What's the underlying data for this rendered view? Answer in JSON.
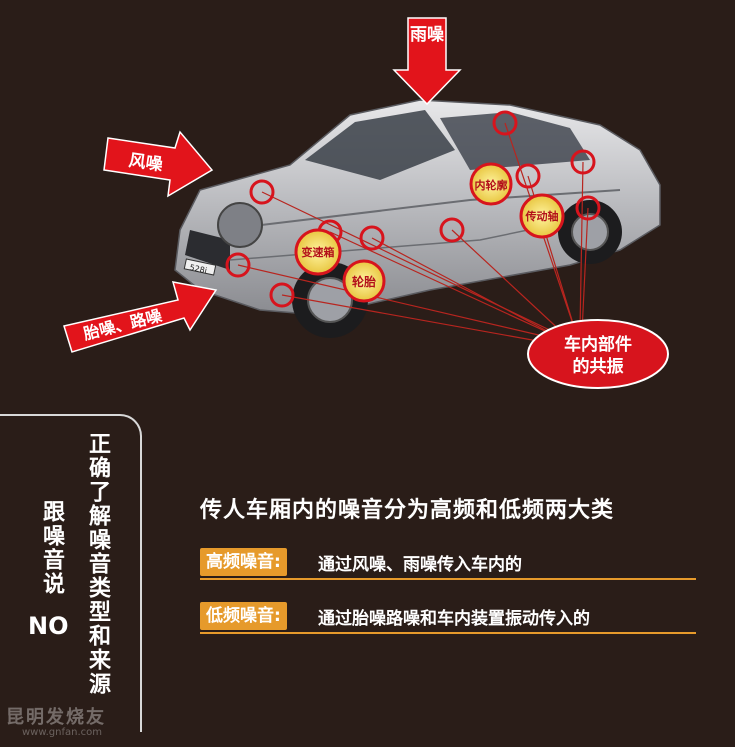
{
  "arrows": {
    "rain": "雨噪",
    "wind": "风噪",
    "tire": "胎噪、路噪"
  },
  "parts": {
    "inner_wheel": "内轮廓",
    "drive_shaft": "传动轴",
    "gearbox": "变速箱",
    "tire": "轮胎"
  },
  "resonance": {
    "line1": "车内部件",
    "line2": "的共振"
  },
  "plate": "528i",
  "left_panel": {
    "main": "正确了解噪音类型和来源",
    "sub": "跟噪音说",
    "no": "NO"
  },
  "headline": "传人车厢内的噪音分为高频和低频两大类",
  "rows": [
    {
      "tag": "高频噪音:",
      "desc": "通过风噪、雨噪传入车内的"
    },
    {
      "tag": "低频噪音:",
      "desc": "通过胎噪路噪和车内装置振动传入的"
    }
  ],
  "watermark": {
    "text": "昆明发烧友",
    "url": "www.gnfan.com"
  },
  "colors": {
    "background": "#2a1d18",
    "arrow_red": "#e2141b",
    "accent_orange": "#e69a2b",
    "marker_red": "#d7141d"
  }
}
